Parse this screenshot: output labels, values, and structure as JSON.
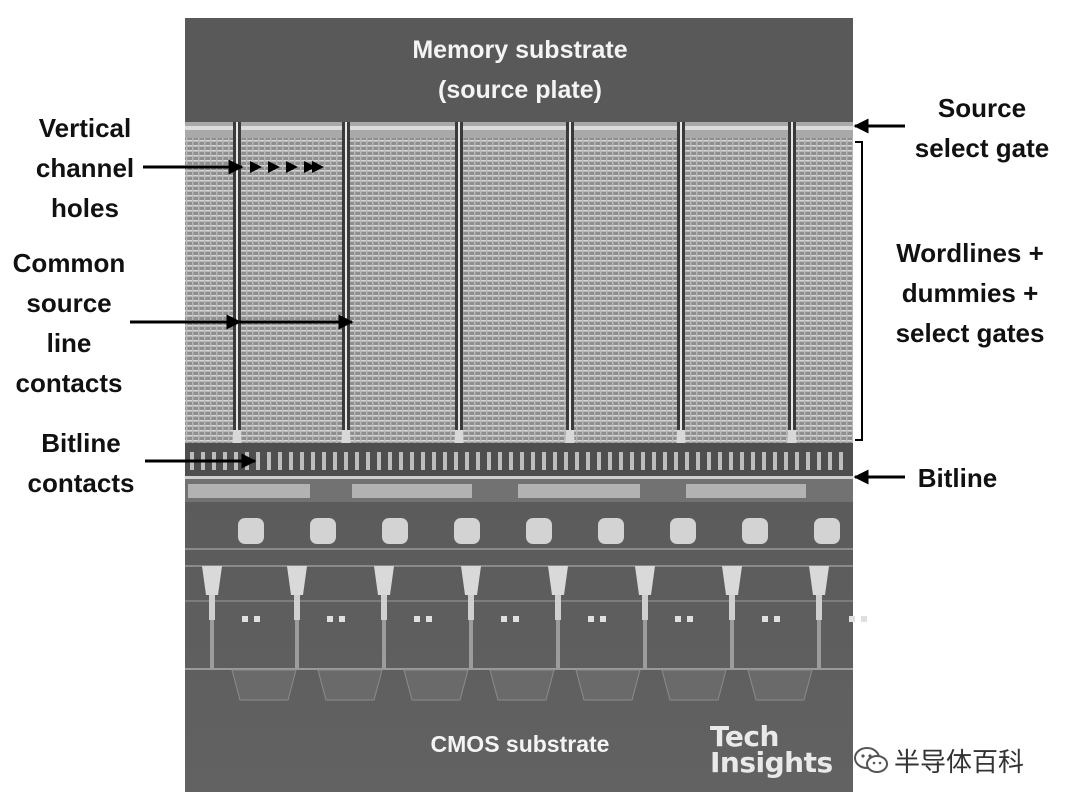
{
  "image": {
    "top_label": "Memory substrate\n(source plate)",
    "bottom_label": "CMOS substrate",
    "logo": "Tech\nInsights"
  },
  "labels": {
    "vertical_channel_holes": "Vertical\nchannel\nholes",
    "common_source_line_contacts": "Common\nsource\nline\ncontacts",
    "bitline_contacts": "Bitline\ncontacts",
    "source_select_gate": "Source\nselect gate",
    "wordlines": "Wordlines +\ndummies +\nselect gates",
    "bitline": "Bitline"
  },
  "watermark": {
    "icon": "wechat-icon",
    "text": "半导体百科"
  }
}
